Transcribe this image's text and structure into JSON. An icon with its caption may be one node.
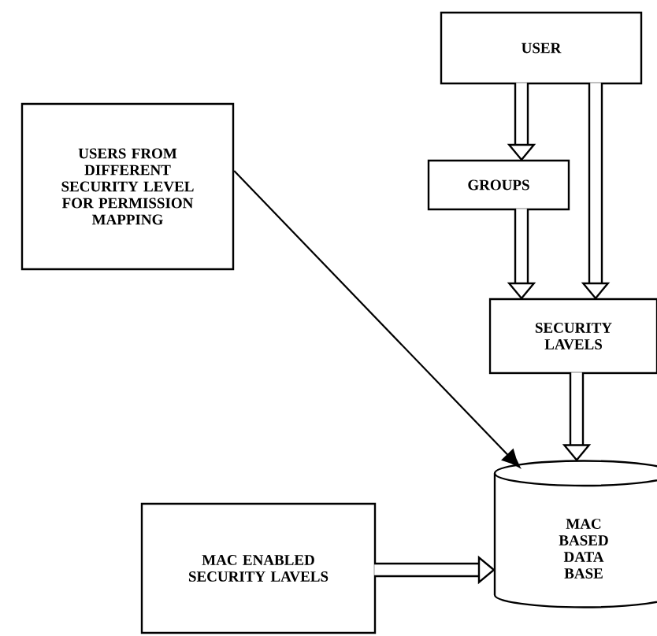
{
  "diagram": {
    "nodes": [
      {
        "text": [
          "USER"
        ]
      },
      {
        "text": [
          "USERS FROM DIFFERENT SECURITY LEVEL FOR PERMISSION MAPPING"
        ]
      },
      {
        "text": [
          "GROUPS"
        ]
      },
      {
        "text": [
          "SECURITY LAVELS"
        ]
      },
      {
        "text": [
          "MAC ENABLED SECURITY LAVELS"
        ]
      },
      {
        "text": [
          "MAC BASED DATA BASE"
        ]
      }
    ],
    "edges": [
      {
        "from": 0,
        "to": 2,
        "arrow": "to"
      },
      {
        "from": 0,
        "to": 3,
        "arrow": "to"
      },
      {
        "from": 2,
        "to": 3,
        "arrow": "to"
      },
      {
        "from": 1,
        "to": 5,
        "arrow": "to"
      },
      {
        "from": 3,
        "to": 5,
        "arrow": "to"
      },
      {
        "from": 4,
        "to": 5,
        "arrow": "to"
      }
    ]
  }
}
